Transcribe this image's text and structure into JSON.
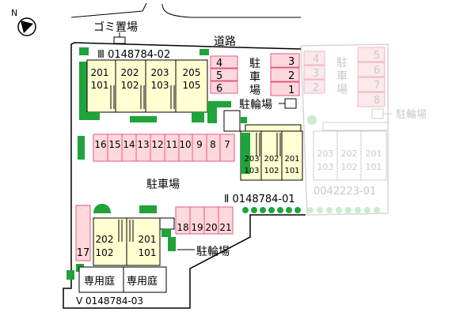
{
  "compass": {
    "label": "N"
  },
  "labels": {
    "garbage": "ゴミ置場",
    "road": "道路",
    "parking_main": "駐車場",
    "parking_vertical": [
      "駐",
      "車",
      "場"
    ],
    "parking_vertical_faded": [
      "駐",
      "車",
      "場"
    ],
    "bike_top": "駐輪場",
    "bike_bottom": "駐輪場",
    "bike_faded": "駐輪場",
    "garden_left": "専用庭",
    "garden_right": "専用庭"
  },
  "buildings": {
    "III": {
      "label": "Ⅲ 0148784-02",
      "units_top": [
        "201",
        "202",
        "203",
        "205"
      ],
      "units_bottom": [
        "101",
        "102",
        "103",
        "105"
      ]
    },
    "II": {
      "label": "Ⅱ 0148784-01",
      "units_top": [
        "203",
        "202",
        "201"
      ],
      "units_bottom": [
        "103",
        "102",
        "101"
      ]
    },
    "V": {
      "label": "Ⅴ 0148784-03",
      "units_top": [
        "202",
        "201"
      ],
      "units_bottom": [
        "102",
        "101"
      ]
    },
    "faded": {
      "label": "0042223-01",
      "units_top": [
        "203",
        "202",
        "201"
      ],
      "units_bottom": [
        "103",
        "102",
        "101"
      ]
    }
  },
  "parking": {
    "top_left": [
      "4",
      "5",
      "6"
    ],
    "top_right": [
      "3",
      "2",
      "1"
    ],
    "row": [
      "16",
      "15",
      "14",
      "13",
      "12",
      "11",
      "10",
      "9",
      "8",
      "7"
    ],
    "bottom": [
      "18",
      "19",
      "20",
      "21"
    ],
    "left": [
      "17"
    ],
    "faded_col1": [
      "4",
      "3",
      "2"
    ],
    "faded_col2": [
      "5",
      "6",
      "7",
      "8"
    ]
  }
}
